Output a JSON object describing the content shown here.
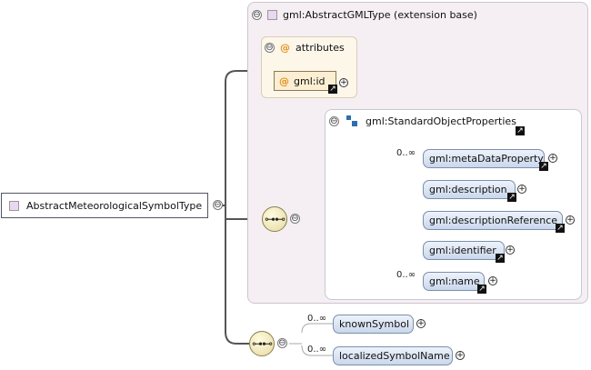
{
  "ext": {
    "title": "gml:AbstractGMLType (extension base)"
  },
  "attributes": {
    "title": "attributes",
    "items": [
      {
        "name": "gml:id"
      }
    ]
  },
  "root": {
    "label": "AbstractMeteorologicalSymbolType"
  },
  "sop": {
    "title": "gml:StandardObjectProperties",
    "elements": [
      {
        "label": "gml:metaDataProperty",
        "card": "0..∞"
      },
      {
        "label": "gml:description",
        "card": ""
      },
      {
        "label": "gml:descriptionReference",
        "card": ""
      },
      {
        "label": "gml:identifier",
        "card": ""
      },
      {
        "label": "gml:name",
        "card": "0..∞"
      }
    ]
  },
  "local": {
    "elements": [
      {
        "label": "knownSymbol",
        "card": "0..∞"
      },
      {
        "label": "localizedSymbolName",
        "card": "0..∞"
      }
    ]
  },
  "glyphs": {
    "collapse": "⊖",
    "expand": "+",
    "link": "↗",
    "at": "@",
    "compositor": "⊶⊷"
  }
}
